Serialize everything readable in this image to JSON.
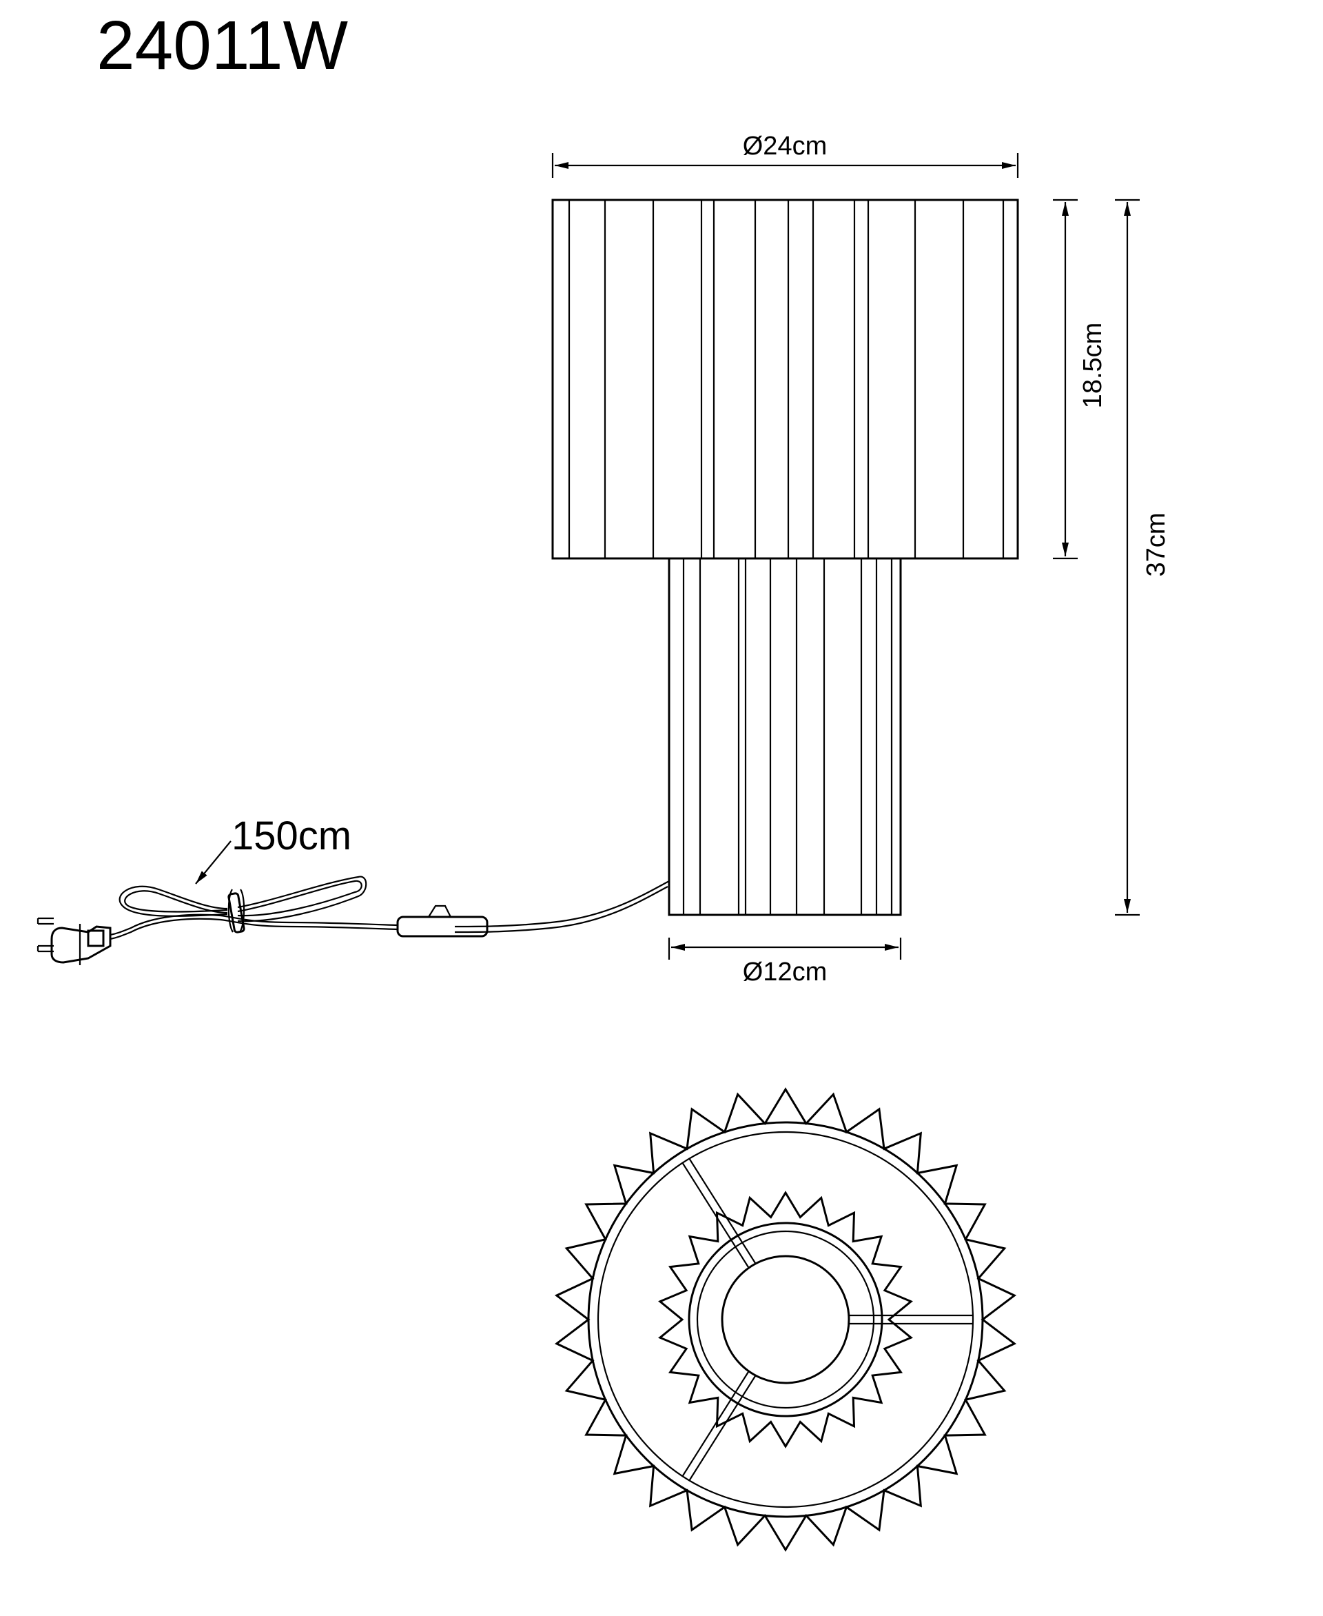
{
  "title": "24011W",
  "dimensions": {
    "shade_diameter": "Ø24cm",
    "shade_height": "18.5cm",
    "total_height": "37cm",
    "base_diameter": "Ø12cm",
    "cable_length": "150cm"
  },
  "colors": {
    "line": "#000000",
    "background": "#ffffff"
  }
}
